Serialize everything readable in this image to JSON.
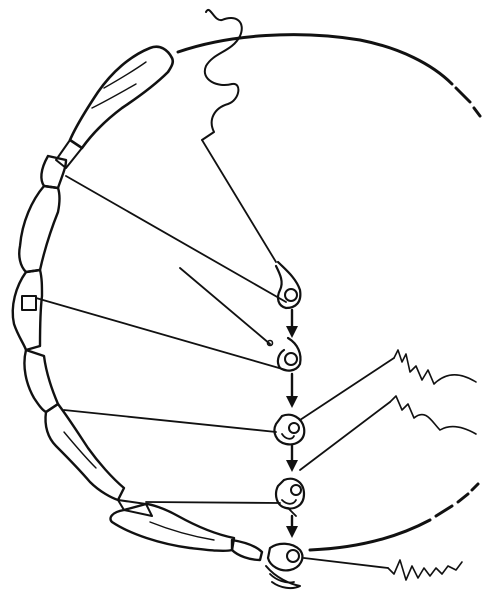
{
  "figure": {
    "ink_color": "#111111",
    "background_color": "#ffffff",
    "arrow_count": 4,
    "stage_count": 5,
    "components": [
      "circular-outline",
      "limb-segment-chain",
      "stage-sketches",
      "stage-arrows",
      "connector-lines",
      "wavy-traces"
    ]
  }
}
